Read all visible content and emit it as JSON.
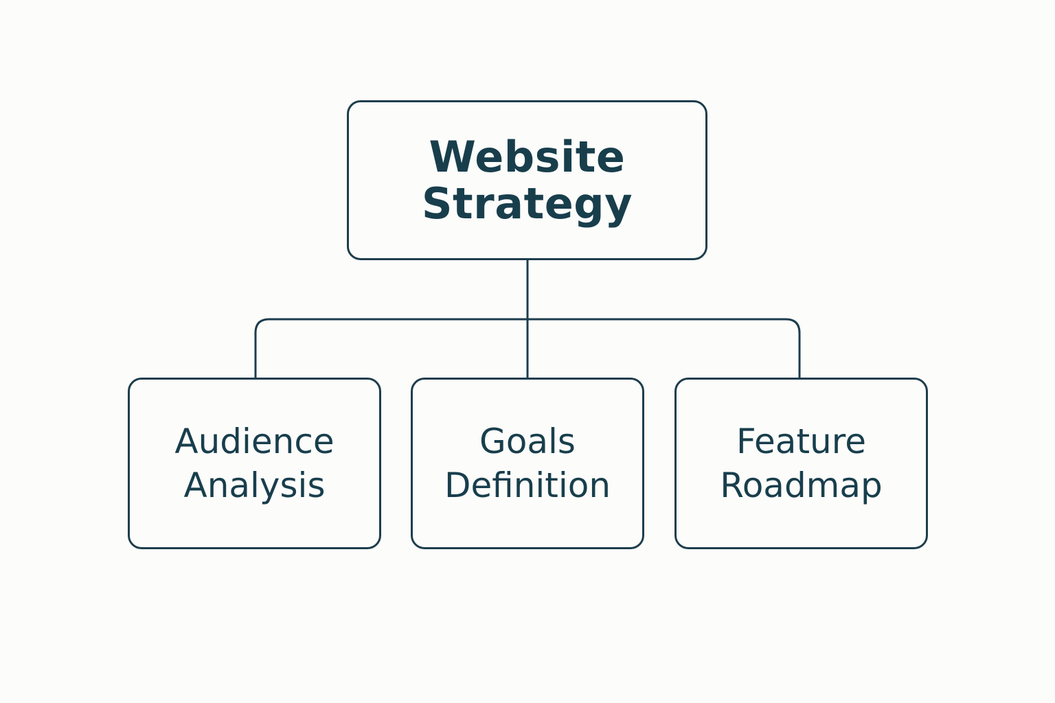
{
  "colors": {
    "background": "#fcfcfa",
    "stroke": "#1d3d4c",
    "text": "#183e4c"
  },
  "root": {
    "label_lines": [
      "Website",
      "Strategy"
    ]
  },
  "children": [
    {
      "label_lines": [
        "Audience",
        "Analysis"
      ]
    },
    {
      "label_lines": [
        "Goals",
        "Definition"
      ]
    },
    {
      "label_lines": [
        "Feature",
        "Roadmap"
      ]
    }
  ]
}
